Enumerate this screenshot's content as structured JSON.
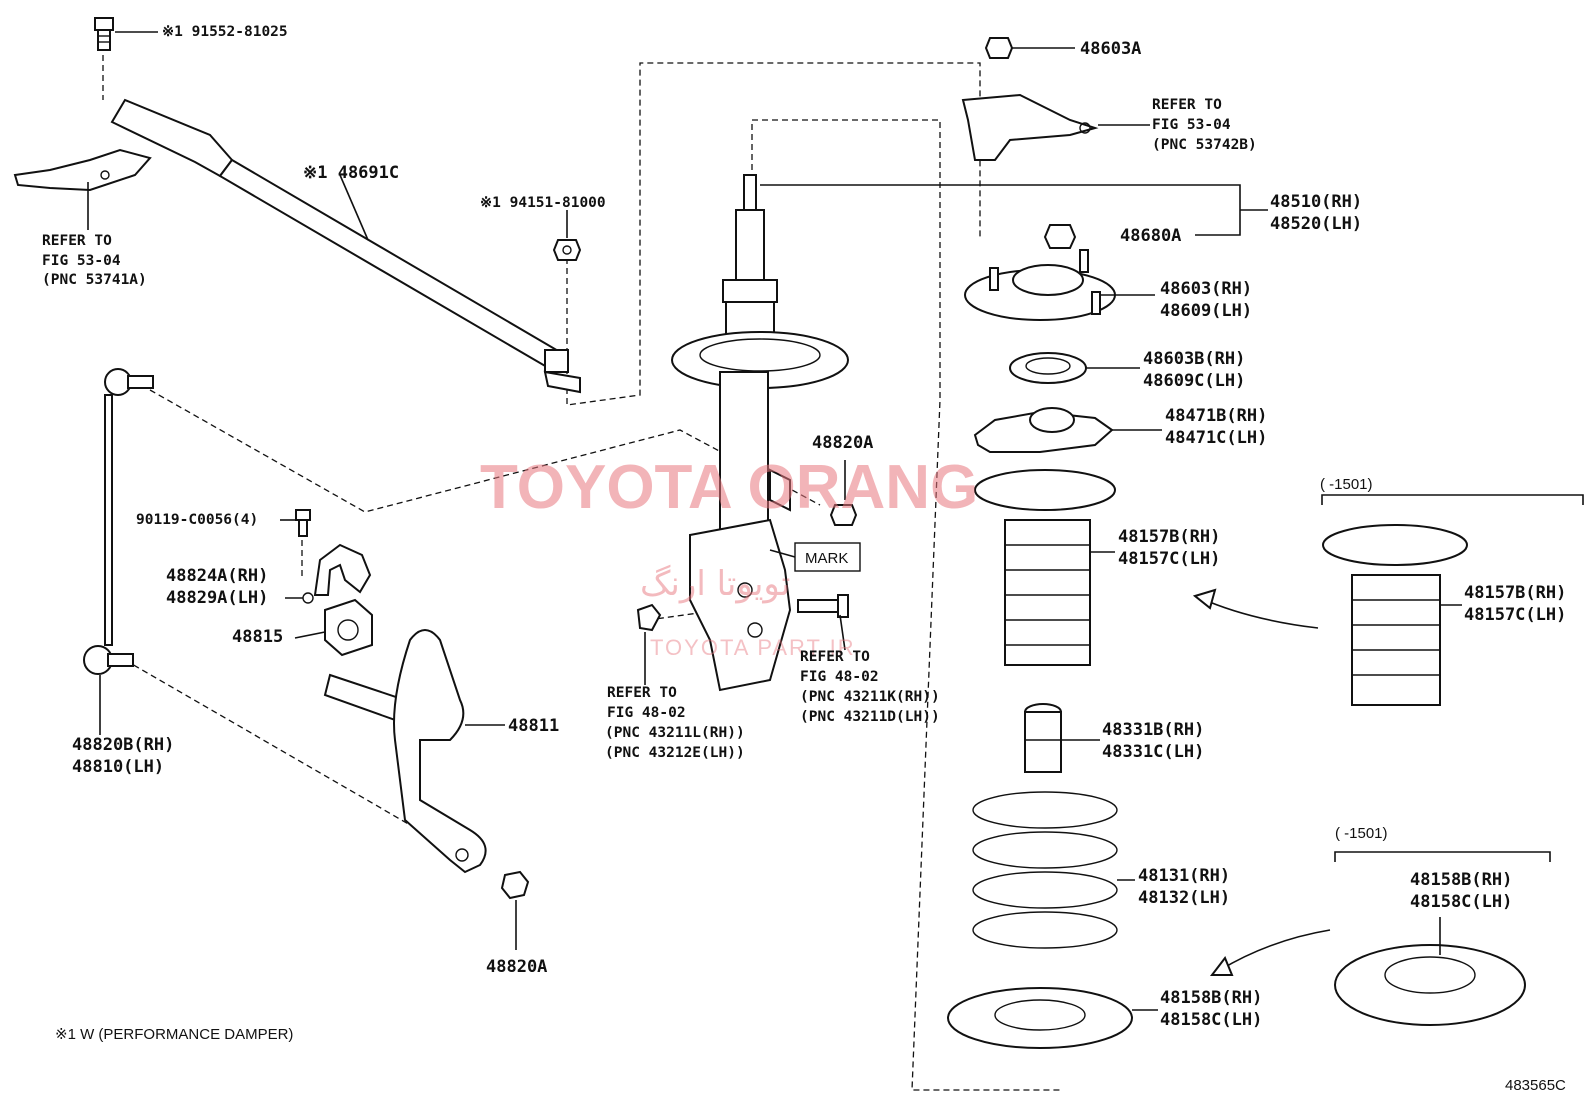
{
  "labels": {
    "bolt_91552": "※1 91552-81025",
    "damper_48691c": "※1 48691C",
    "refer_53741a_l1": "REFER TO",
    "refer_53741a_l2": "FIG 53-04",
    "refer_53741a_l3": "(PNC 53741A)",
    "nut_94151": "※1 94151-81000",
    "nut_48603a": "48603A",
    "refer_53742b_l1": "REFER TO",
    "refer_53742b_l2": "FIG 53-04",
    "refer_53742b_l3": "(PNC 53742B)",
    "strut_48510": "48510(RH)",
    "strut_48520": "48520(LH)",
    "nut_48680a": "48680A",
    "mount_48603": "48603(RH)",
    "mount_48609": "48609(LH)",
    "bearing_48603b": "48603B(RH)",
    "bearing_48609c": "48609C(LH)",
    "seat_48471b": "48471B(RH)",
    "seat_48471c": "48471C(LH)",
    "nut_48820a_upper": "48820A",
    "bolt_90119": "90119-C0056(4)",
    "bracket_48824a": "48824A(RH)",
    "bracket_48829a": "48829A(LH)",
    "bushing_48815": "48815",
    "mark_text": "MARK",
    "boot_48157b": "48157B(RH)",
    "boot_48157c": "48157C(LH)",
    "range_1501_a": "(      -1501)",
    "boot_alt_48157b": "48157B(RH)",
    "boot_alt_48157c": "48157C(LH)",
    "refer_43211l_l1": "REFER TO",
    "refer_43211l_l2": "FIG 48-02",
    "refer_43211l_l3": "(PNC 43211L(RH))",
    "refer_43211l_l4": "(PNC 43212E(LH))",
    "refer_43211k_l1": "REFER TO",
    "refer_43211k_l2": "FIG 48-02",
    "refer_43211k_l3": "(PNC 43211K(RH))",
    "refer_43211k_l4": "(PNC 43211D(LH))",
    "stabbar_48811": "48811",
    "link_48820b": "48820B(RH)",
    "link_48810": "48810(LH)",
    "bumper_48331b": "48331B(RH)",
    "bumper_48331c": "48331C(LH)",
    "spring_48131": "48131(RH)",
    "spring_48132": "48132(LH)",
    "range_1501_b": "(      -1501)",
    "insul_alt_48158b": "48158B(RH)",
    "insul_alt_48158c": "48158C(LH)",
    "insul_48158b": "48158B(RH)",
    "insul_48158c": "48158C(LH)",
    "nut_48820a_lower": "48820A",
    "footnote": "※1 W (PERFORMANCE DAMPER)",
    "figure_code": "483565C"
  },
  "watermark": {
    "title": "TOYOTA ORANG",
    "farsi": "تویوتا ارنگ",
    "sub": "TOYOTA PART IR",
    "color": "#e8777f"
  }
}
